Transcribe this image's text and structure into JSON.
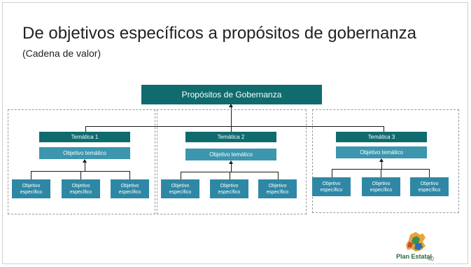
{
  "title": "De objetivos específicos a propósitos de gobernanza",
  "subtitle": "(Cadena de valor)",
  "root": {
    "label": "Propósitos de Gobernanza"
  },
  "groups": [
    {
      "theme": "Temática 1",
      "objective": "Objetivo temático",
      "leaves": [
        "Objetivo específico",
        "Objetivo específico",
        "Objetivo específico"
      ]
    },
    {
      "theme": "Temática 2",
      "objective": "Objetivo temático",
      "leaves": [
        "Objetivo específico",
        "Objetivo específico",
        "Objetivo específico"
      ]
    },
    {
      "theme": "Temática 3",
      "objective": "Objetivo temático",
      "leaves": [
        "Objetivo específico",
        "Objetivo específico",
        "Objetivo específico"
      ]
    }
  ],
  "logo": {
    "text": "Plan Estatal",
    "icon": "plan-estatal-logo"
  },
  "page_number": "40",
  "colors": {
    "dark_box": "#0f6b6e",
    "mid_box": "#3b96ae",
    "leaf_box": "#2e88a5"
  }
}
